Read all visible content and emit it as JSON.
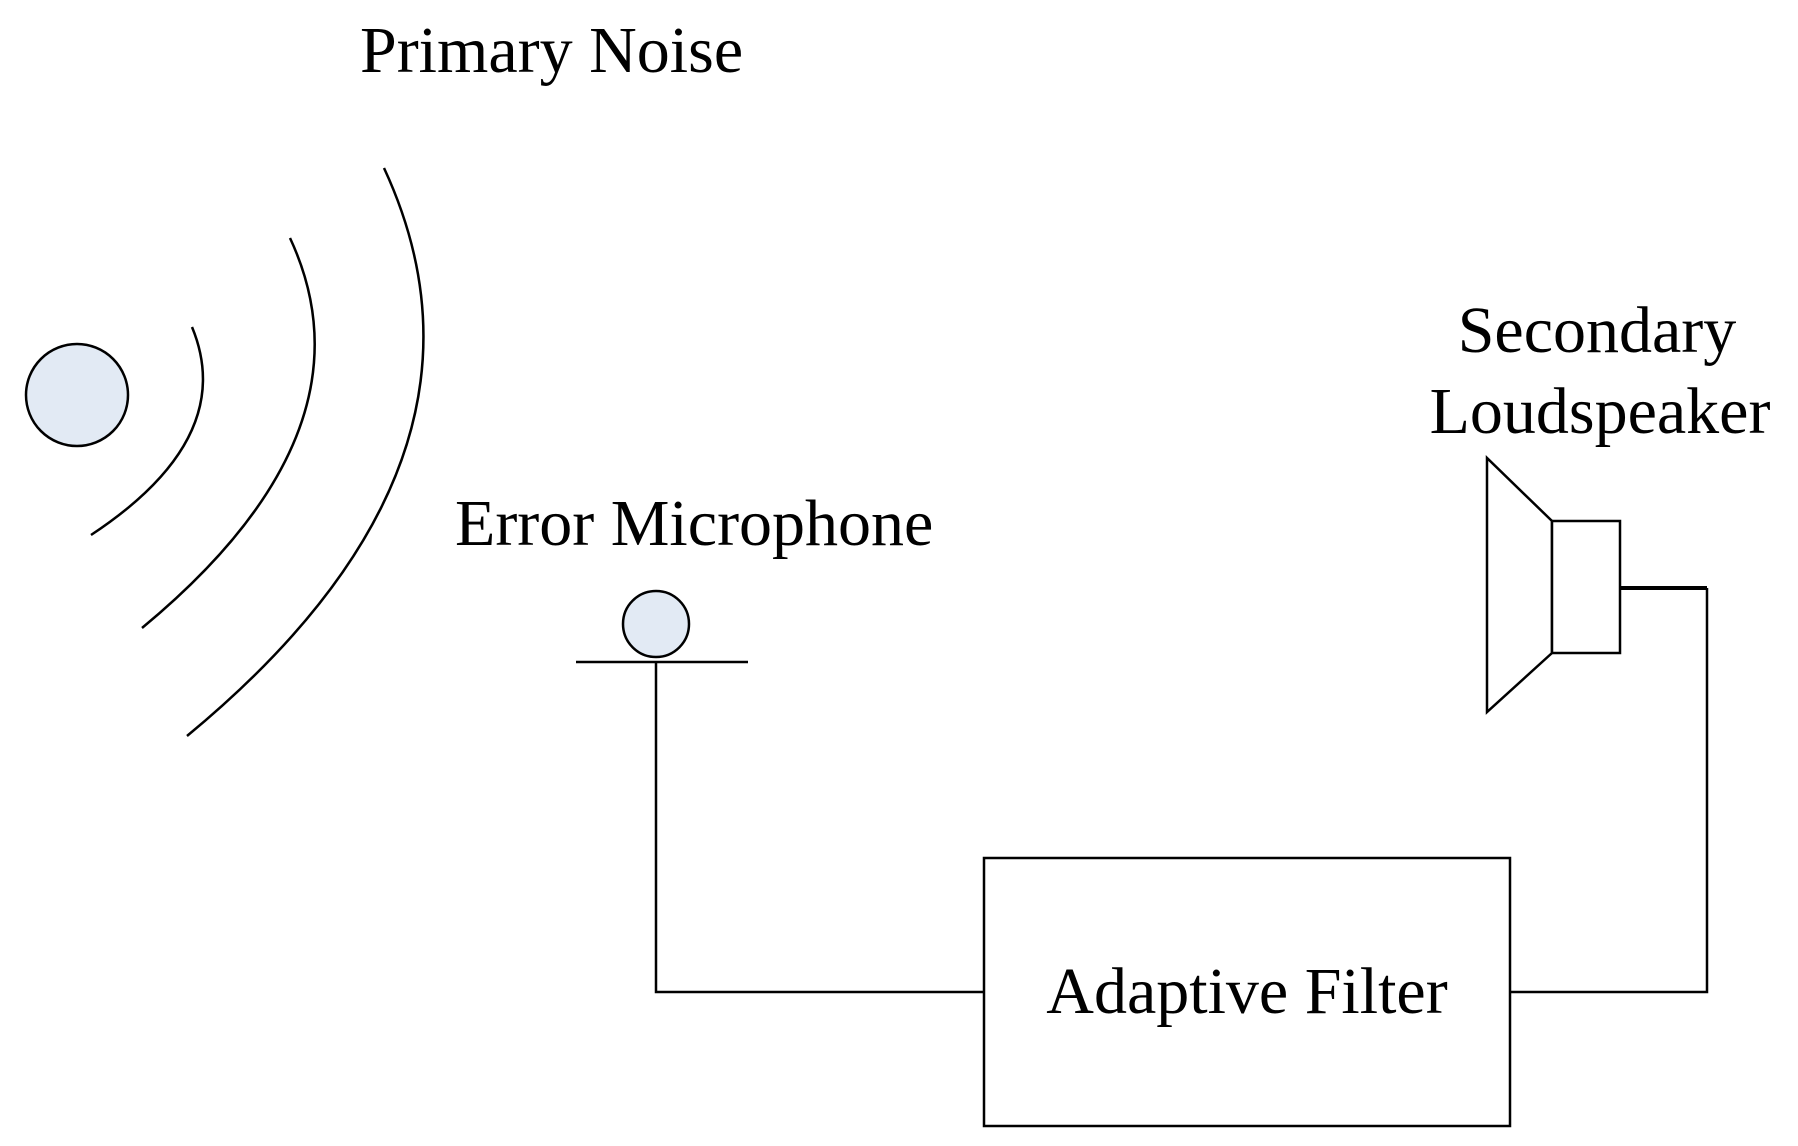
{
  "labels": {
    "primary_noise": "Primary Noise",
    "error_microphone": "Error Microphone",
    "secondary_loudspeaker_line1": "Secondary",
    "secondary_loudspeaker_line2": "Loudspeaker",
    "adaptive_filter": "Adaptive Filter"
  },
  "colors": {
    "source_fill": "#e2eaf4",
    "stroke": "#000000",
    "background": "#ffffff"
  }
}
